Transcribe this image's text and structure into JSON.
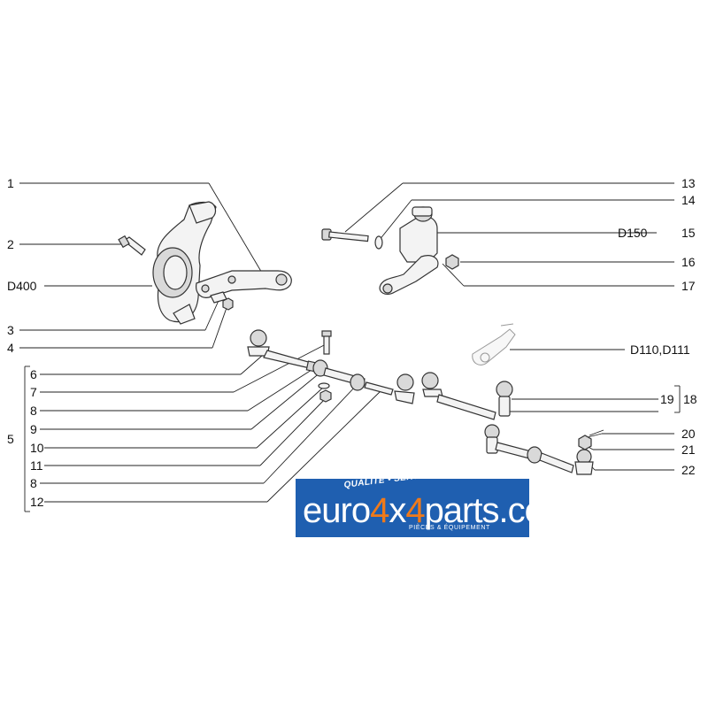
{
  "callouts": {
    "c1": "1",
    "c2": "2",
    "c3": "3",
    "c4": "4",
    "c5": "5",
    "c6": "6",
    "c7": "7",
    "c8a": "8",
    "c9": "9",
    "c10": "10",
    "c11": "11",
    "c8b": "8",
    "c12": "12",
    "c13": "13",
    "c14": "14",
    "c15": "15",
    "c16": "16",
    "c17": "17",
    "c18": "18",
    "c19": "19",
    "c20": "20",
    "c21": "21",
    "c22": "22",
    "d400": "D400",
    "d150": "D150",
    "d110": "D110,D111"
  },
  "logo": {
    "tagline": "QUALITÉ • SERVICE • STOCK MASSIF",
    "brand_a": "euro",
    "brand_b": "4",
    "brand_c": "x",
    "brand_d": "4",
    "brand_e": "parts.com",
    "subtitle": "PIÈCES & ÉQUIPEMENT",
    "bg_color": "#1f5fb0",
    "accent_color": "#f07a1a"
  }
}
